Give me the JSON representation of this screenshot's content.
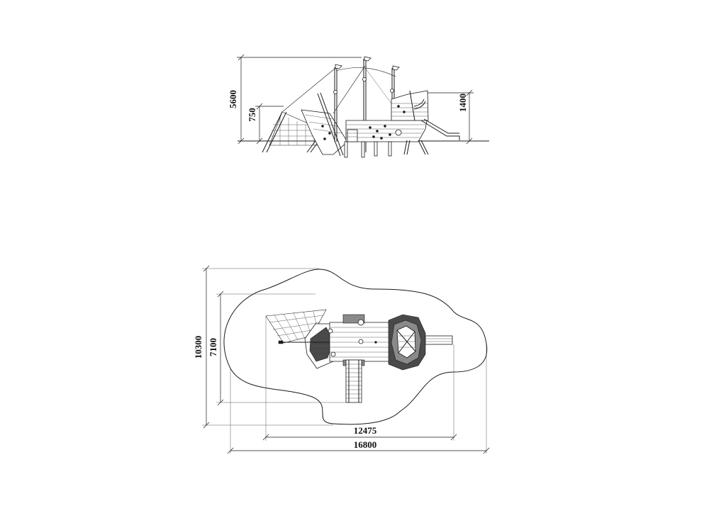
{
  "dimensions": {
    "elevation_height": "5600",
    "platform_height": "750",
    "deck_height": "1400",
    "plan_outer_width": "16800",
    "plan_inner_width": "12475",
    "plan_outer_depth": "10300",
    "plan_inner_depth": "7100"
  },
  "colors": {
    "line": "#1a1a1a",
    "fill_dark": "#4a4a4a",
    "fill_mid": "#8a8a8a",
    "background": "#ffffff"
  },
  "icons": {
    "flag": "pennant-flag-icon",
    "porthole": "porthole-icon"
  }
}
